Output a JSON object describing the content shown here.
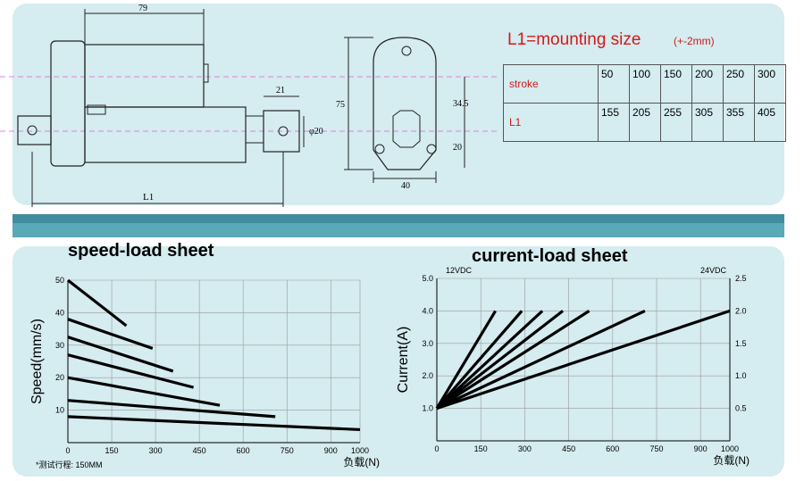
{
  "header": {
    "mounting_title": "L1=mounting size",
    "mounting_tol": "(+-2mm)"
  },
  "drawing": {
    "dim_79": "79",
    "dim_21": "21",
    "dim_phi20": "φ20",
    "dim_L1": "L1",
    "dim_75": "75",
    "dim_345": "34.5",
    "dim_20": "20",
    "dim_40": "40"
  },
  "table": {
    "row1_header": "stroke",
    "row2_header": "L1",
    "stroke": [
      "50",
      "100",
      "150",
      "200",
      "250",
      "300"
    ],
    "l1": [
      "155",
      "205",
      "255",
      "305",
      "355",
      "405"
    ]
  },
  "speed_chart_title": "speed-load sheet",
  "current_chart_title": "current-load sheet",
  "footnote": "*测试行程: 150MM",
  "chart_data": [
    {
      "type": "line",
      "title": "speed-load sheet",
      "xlabel": "负载(N)",
      "ylabel": "Speed(mm/s)",
      "xlim": [
        0,
        1000
      ],
      "ylim": [
        0,
        50
      ],
      "xticks": [
        "0",
        "150",
        "300",
        "450",
        "600",
        "750",
        "900",
        "1000"
      ],
      "yticks": [
        "10",
        "20",
        "30",
        "40",
        "50"
      ],
      "grid": true,
      "series": [
        {
          "x": [
            0,
            200
          ],
          "y": [
            50,
            36
          ]
        },
        {
          "x": [
            0,
            290
          ],
          "y": [
            38,
            29
          ]
        },
        {
          "x": [
            0,
            360
          ],
          "y": [
            32.5,
            22
          ]
        },
        {
          "x": [
            0,
            430
          ],
          "y": [
            27,
            17
          ]
        },
        {
          "x": [
            0,
            520
          ],
          "y": [
            20,
            11.5
          ]
        },
        {
          "x": [
            0,
            710
          ],
          "y": [
            13,
            8
          ]
        },
        {
          "x": [
            0,
            1000
          ],
          "y": [
            8,
            4
          ]
        }
      ]
    },
    {
      "type": "line",
      "title": "current-load sheet",
      "xlabel": "负载(N)",
      "ylabel": "Current(A)",
      "y2label": "24VDC",
      "y1label_top": "12VDC",
      "xlim": [
        0,
        1000
      ],
      "ylim": [
        0,
        5
      ],
      "y2lim": [
        0,
        2.5
      ],
      "xticks": [
        "0",
        "150",
        "300",
        "450",
        "600",
        "750",
        "900",
        "1000"
      ],
      "yticks": [
        "1.0",
        "2.0",
        "3.0",
        "4.0",
        "5.0"
      ],
      "y2ticks": [
        "0.5",
        "1.0",
        "1.5",
        "2.0",
        "2.5"
      ],
      "grid": true,
      "series": [
        {
          "x": [
            0,
            200
          ],
          "y": [
            1,
            4
          ]
        },
        {
          "x": [
            0,
            290
          ],
          "y": [
            1,
            4
          ]
        },
        {
          "x": [
            0,
            360
          ],
          "y": [
            1,
            4
          ]
        },
        {
          "x": [
            0,
            430
          ],
          "y": [
            1,
            4
          ]
        },
        {
          "x": [
            0,
            520
          ],
          "y": [
            1,
            4
          ]
        },
        {
          "x": [
            0,
            710
          ],
          "y": [
            1,
            4
          ]
        },
        {
          "x": [
            0,
            1000
          ],
          "y": [
            1,
            4
          ]
        }
      ]
    }
  ]
}
